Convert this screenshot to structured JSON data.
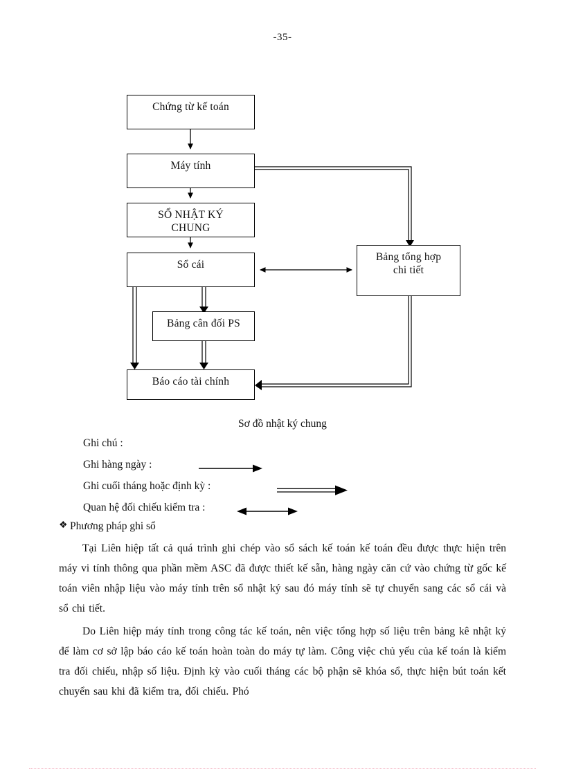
{
  "page": {
    "number_label": "-35-"
  },
  "diagram": {
    "caption": "Sơ đồ nhật ký chung",
    "nodes": [
      {
        "id": "chung-tu-ke-toan",
        "label": "Chứng  từ kế toán"
      },
      {
        "id": "may-tinh",
        "label": "Máy tính"
      },
      {
        "id": "so-nhat-ky-chung",
        "label": "SỔ NHẬT  KÝ\nCHUNG"
      },
      {
        "id": "so-cai",
        "label": "Sổ cái"
      },
      {
        "id": "bang-can-doi-ps",
        "label": "Bảng  cân đối PS"
      },
      {
        "id": "bao-cao-tai-chinh",
        "label": "Báo cáo tài chính"
      },
      {
        "id": "bang-tong-hop-chi-tiet",
        "label": "Bảng tổng hợp\nchi tiết"
      }
    ]
  },
  "legend": {
    "title": "Ghi chú :",
    "items": [
      {
        "label": "Ghi hàng ngày :",
        "arrow": "single"
      },
      {
        "label": "Ghi cuối tháng hoặc định kỳ :",
        "arrow": "double"
      },
      {
        "label": "Quan hệ đối chiếu kiểm tra :",
        "arrow": "bidirectional"
      }
    ]
  },
  "content": {
    "bullet": "Phương pháp  ghi sổ",
    "bullet_glyph": "❖",
    "paragraphs": [
      "Tại  Liên hiệp tất cả quá  trình ghi  chép vào  sổ sách kế toán kế toán đều được thực hiện trên máy vi  tính thông  qua  phần  mềm  ASC  đã được thiết kế sẵn, hàng  ngày  căn cứ vào  chứng  từ gốc kế toán viên nhập  liệu vào  máy tính trên sổ nhật ký  sau đó máy tính sẽ tự chuyển  sang các sổ cái và  sổ chi tiết.",
      "Do Liên hiệp máy tính trong công tác kế toán, nên việc tổng hợp  số liệu trên bảng kê nhật ký để làm cơ sở lập báo cáo kế toán hoàn toàn do máy tự làm. Công việc chủ yếu của kế toán là kiểm tra đối chiếu, nhập  số liệu. Định kỳ vào  cuối tháng các bộ phận  sẽ khóa  sổ, thực hiện bút toán kết chuyển  sau khi đã kiểm tra, đối chiếu. Phó"
    ]
  }
}
